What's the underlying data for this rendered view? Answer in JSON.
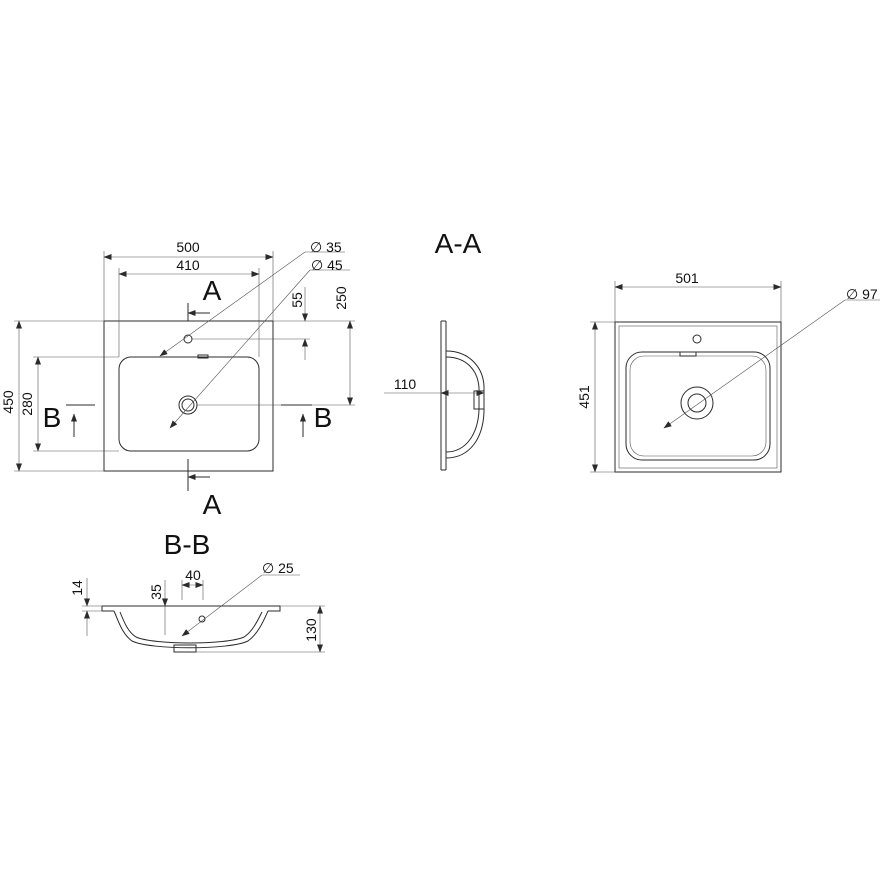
{
  "section_labels": {
    "aa": "A-A",
    "bb": "B-B",
    "cut_a": "A",
    "cut_b": "B"
  },
  "top_view": {
    "dims": {
      "outer_width": "500",
      "inner_width": "410",
      "outer_depth": "450",
      "inner_depth": "280",
      "tap_offset": "55",
      "drain_offset": "250",
      "tap_hole": "∅ 35",
      "drain_hole": "∅ 45"
    }
  },
  "side_section": {
    "dims": {
      "depth": "110"
    }
  },
  "right_view": {
    "dims": {
      "width": "501",
      "depth": "451",
      "drain_hole": "∅ 97"
    }
  },
  "bb_section": {
    "dims": {
      "rim": "14",
      "overflow_offset": "35",
      "overflow_width": "40",
      "overflow_hole": "∅ 25",
      "height": "130"
    }
  }
}
